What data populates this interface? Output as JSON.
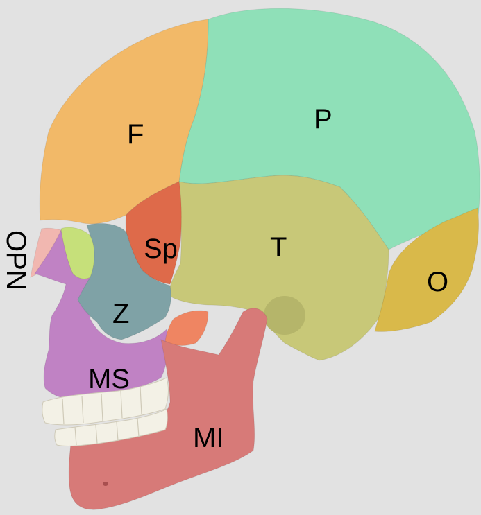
{
  "labels": {
    "frontal": "F",
    "parietal": "P",
    "temporal": "T",
    "sphenoid": "Sp",
    "occipital": "O",
    "zygomatic": "Z",
    "maxilla": "MS",
    "mandible": "MI",
    "nasal": "OPN"
  },
  "colors": {
    "background": "#e2e2e2",
    "frontal": "#f2b968",
    "parietal": "#8fe0b8",
    "temporal": "#c8c878",
    "sphenoid": "#de6a4a",
    "occipital": "#d9b94a",
    "zygomatic": "#7fa2a6",
    "maxilla": "#c082c4",
    "mandible": "#d77a78",
    "lacrimal": "#c6e07a",
    "nasal": "#f1b7b0",
    "teeth": "#f3f1e6",
    "coronoid": "#ef8562"
  }
}
